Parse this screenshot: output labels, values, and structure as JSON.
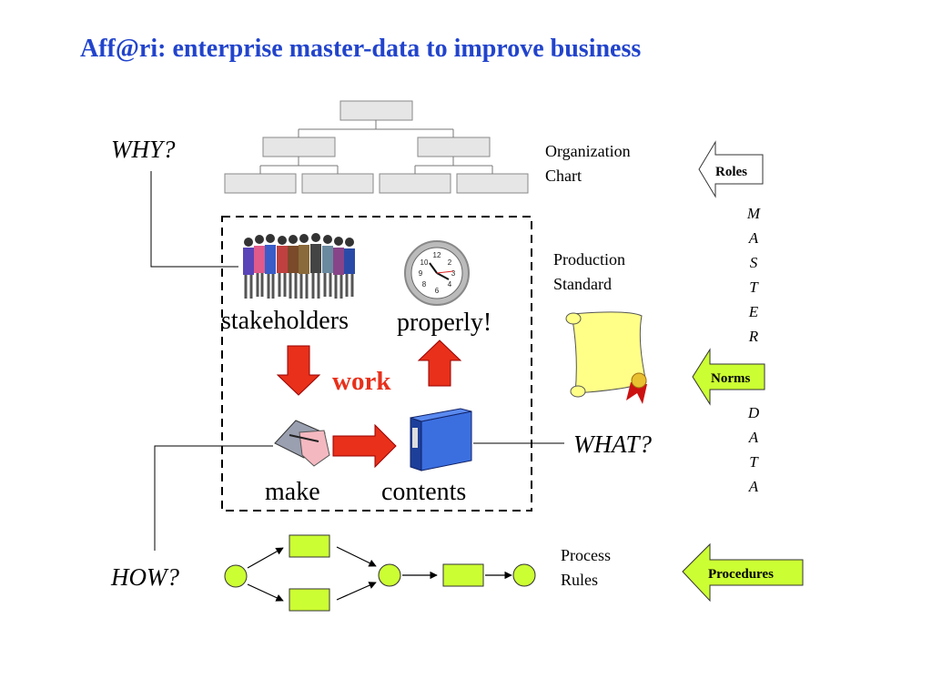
{
  "title": "Aff@ri: enterprise master-data to improve business",
  "questions": {
    "why": "WHY?",
    "what": "WHAT?",
    "how": "HOW?"
  },
  "center": {
    "stakeholders": "stakeholders",
    "properly": "properly!",
    "work": "work",
    "make": "make",
    "contents": "contents"
  },
  "right_labels": {
    "org_chart": [
      "Organization",
      "Chart"
    ],
    "production_standard": [
      "Production",
      "Standard"
    ],
    "process_rules": [
      "Process",
      "Rules"
    ]
  },
  "arrows": {
    "roles": "Roles",
    "norms": "Norms",
    "procedures": "Procedures"
  },
  "vertical_words": {
    "master": [
      "M",
      "A",
      "S",
      "T",
      "E",
      "R"
    ],
    "data": [
      "D",
      "A",
      "T",
      "A"
    ]
  },
  "colors": {
    "title": "#2244cc",
    "work": "#e8301a",
    "red_arrow": "#e8301a",
    "process_shape": "#ccff33",
    "scroll": "#ffff88",
    "binder": "#3b6fe0"
  },
  "icons": [
    "people-group-icon",
    "clock-icon",
    "scroll-icon",
    "notepad-hand-icon",
    "binder-icon"
  ]
}
